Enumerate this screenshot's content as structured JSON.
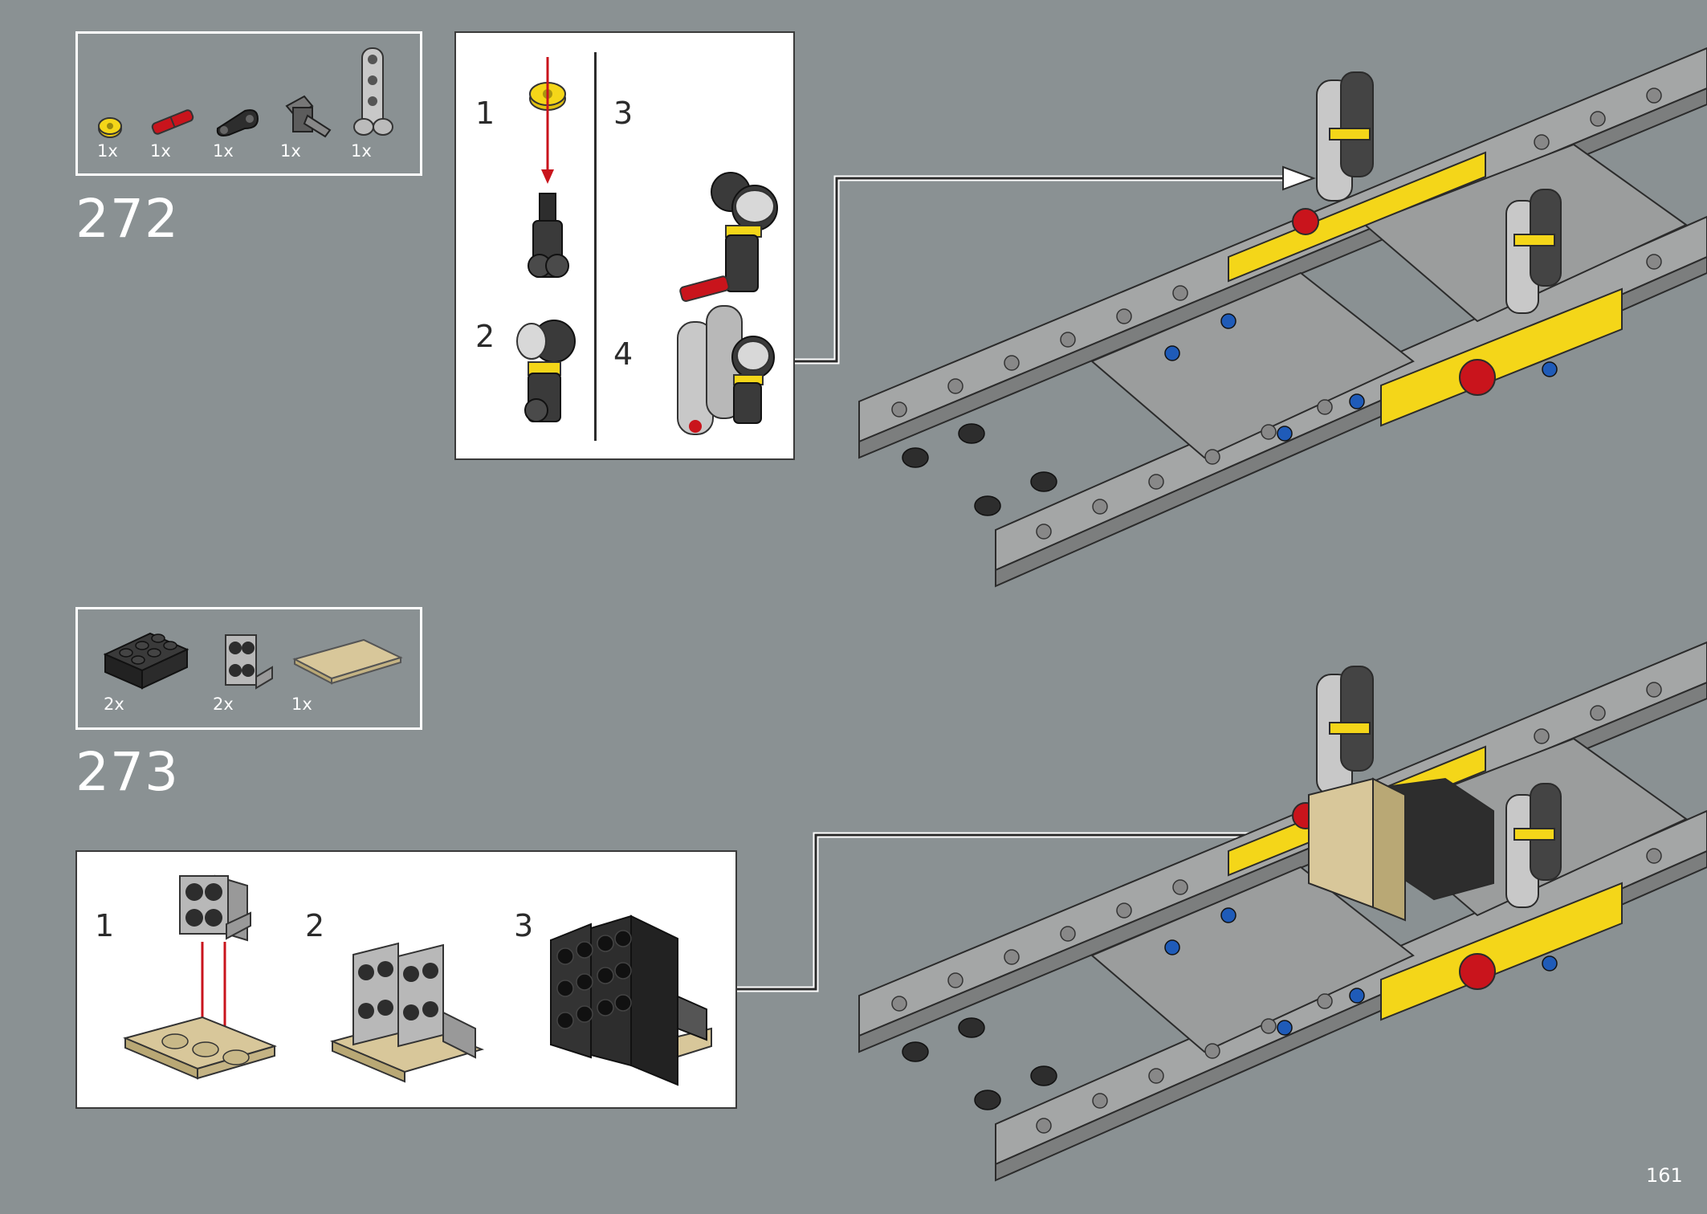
{
  "steps": [
    {
      "number": "272",
      "parts": [
        {
          "qty": "1x",
          "icon": "yellow-bushing-icon"
        },
        {
          "qty": "1x",
          "icon": "red-axle-pin-icon"
        },
        {
          "qty": "1x",
          "icon": "black-liftarm-icon"
        },
        {
          "qty": "1x",
          "icon": "gray-axle-connector-icon"
        },
        {
          "qty": "1x",
          "icon": "gray-beam-connector-icon"
        }
      ],
      "substeps": [
        "1",
        "2",
        "3",
        "4"
      ]
    },
    {
      "number": "273",
      "parts": [
        {
          "qty": "2x",
          "icon": "black-brick-2x3-icon"
        },
        {
          "qty": "2x",
          "icon": "gray-bracket-icon"
        },
        {
          "qty": "1x",
          "icon": "tan-tile-icon"
        }
      ],
      "substeps": [
        "1",
        "2",
        "3"
      ]
    }
  ],
  "page_number": "161",
  "colors": {
    "background": "#8a9193",
    "frame_gray": "#a4a6a6",
    "yellow": "#f4d619",
    "red": "#c9141c",
    "blue": "#1f5bb8",
    "tan": "#d8c79a",
    "black": "#2d2d2d"
  }
}
